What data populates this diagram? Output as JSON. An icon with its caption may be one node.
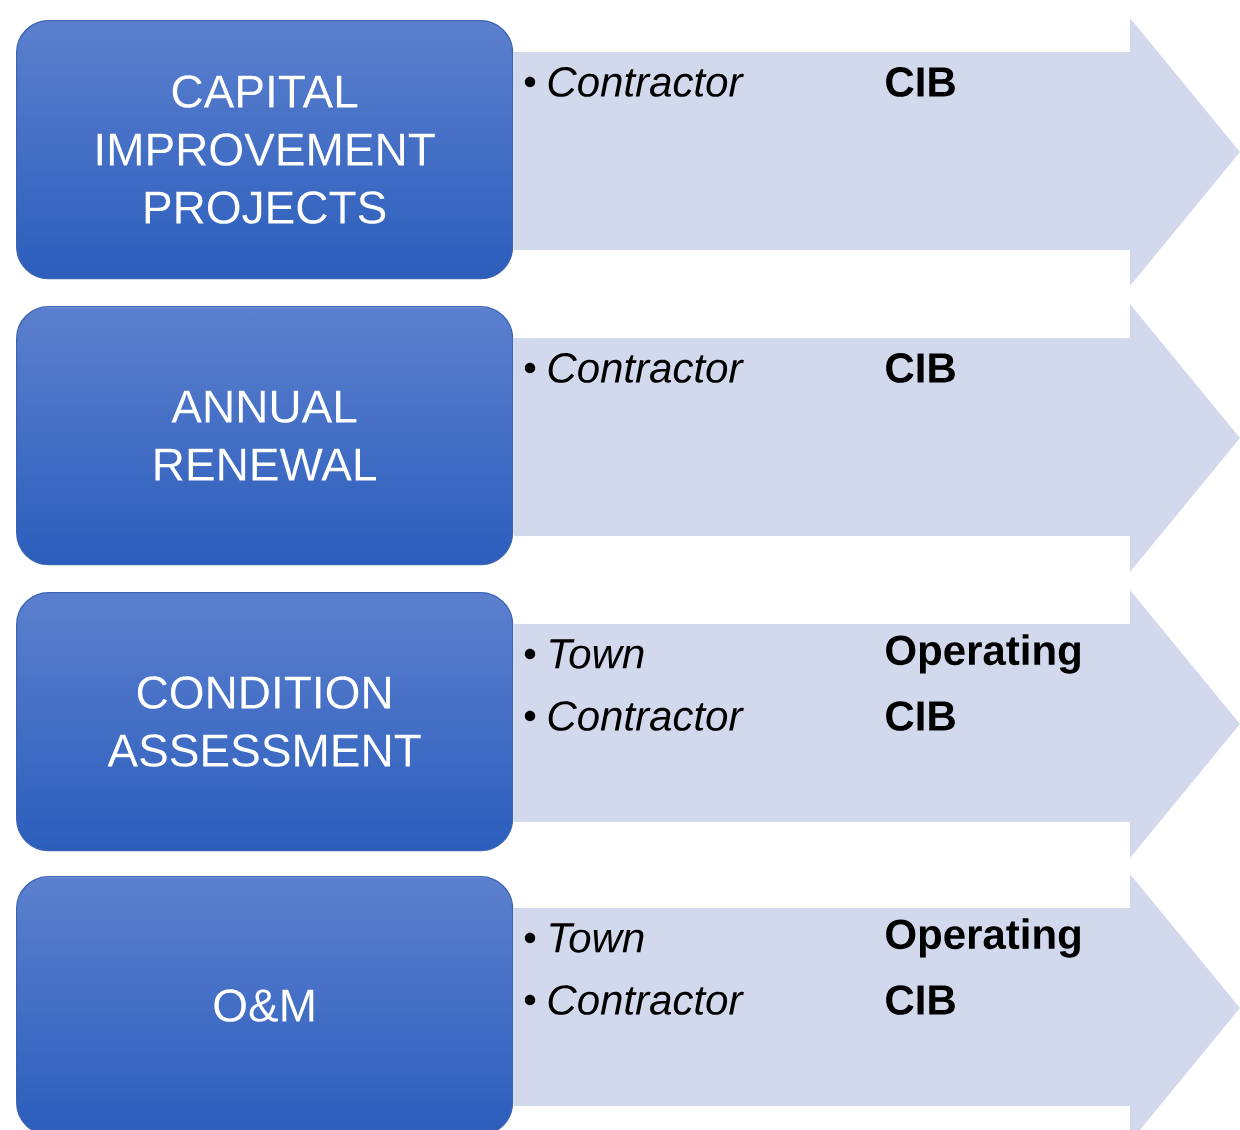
{
  "diagram": {
    "nodes": [
      {
        "text": [
          "CAPITAL IMPROVEMENT PROJECTS"
        ]
      },
      {
        "text": [
          "Contractor",
          "CIB"
        ]
      },
      {
        "text": [
          "ANNUAL RENEWAL"
        ]
      },
      {
        "text": [
          "Contractor",
          "CIB"
        ]
      },
      {
        "text": [
          "CONDITION ASSESSMENT"
        ]
      },
      {
        "text": [
          "Town",
          "Operating",
          "Contractor",
          "CIB"
        ]
      },
      {
        "text": [
          "O&M"
        ]
      },
      {
        "text": [
          "Town",
          "Operating",
          "Contractor",
          "CIB"
        ]
      }
    ]
  }
}
